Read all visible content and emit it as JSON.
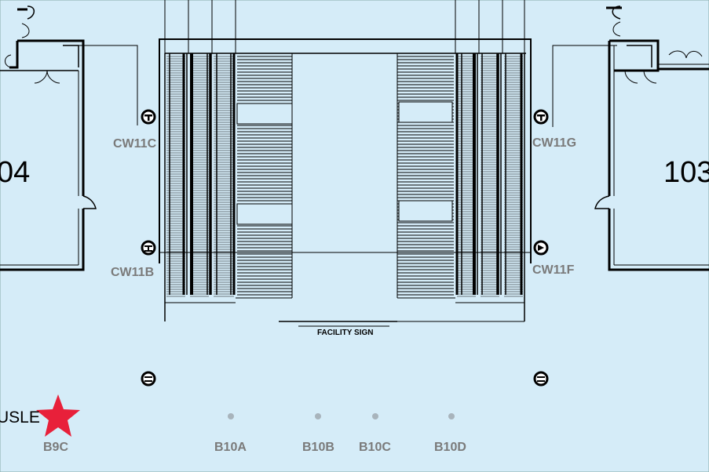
{
  "rooms": {
    "left": "04",
    "right": "103"
  },
  "columns": {
    "cw11c": "CW11C",
    "cw11b": "CW11B",
    "cw11g": "CW11G",
    "cw11f": "CW11F"
  },
  "sign": "FACILITY SIGN",
  "aisle": "USLE",
  "locations": {
    "b9c": "B9C",
    "b10a": "B10A",
    "b10b": "B10B",
    "b10c": "B10C",
    "b10d": "B10D"
  },
  "colors": {
    "background": "#d5ecf8",
    "marker": "#e8203a",
    "label": "#7a7a7a"
  },
  "icons": {
    "current_location": "star-icon",
    "column": "column-marker-icon",
    "waypoint": "dot-icon"
  }
}
